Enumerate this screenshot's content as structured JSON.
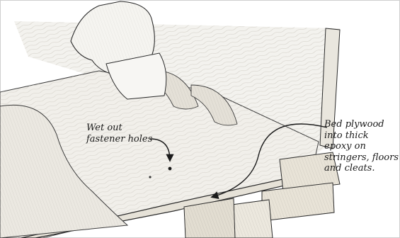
{
  "annotations": {
    "left": {
      "lines": [
        "Wet out",
        "fastener holes"
      ]
    },
    "right": {
      "lines": [
        "Bed plywood",
        "into thick",
        "epoxy on",
        "stringers, floors",
        "and cleats."
      ]
    }
  },
  "colors": {
    "background": "#ffffff",
    "ink": "#1a1a1a",
    "plywood": "#f1efea",
    "shadow": "#d9d6cf"
  }
}
